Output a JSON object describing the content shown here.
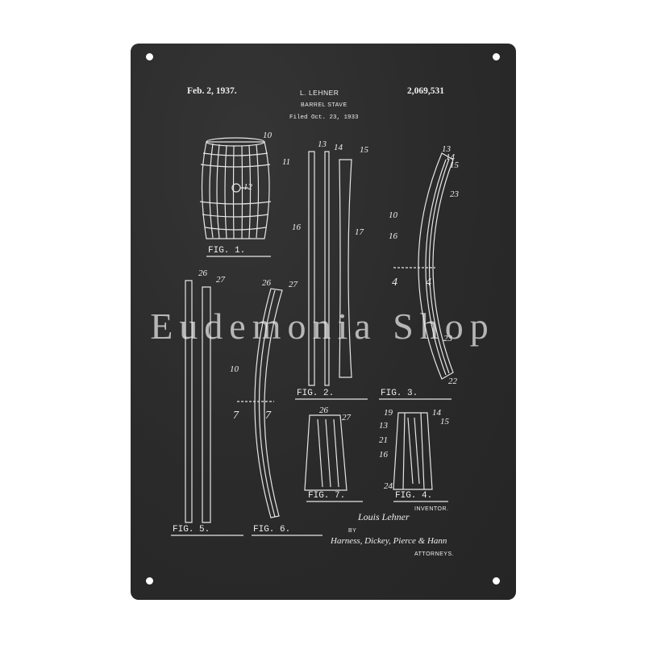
{
  "header": {
    "date": "Feb. 2, 1937.",
    "inventor_name": "L. LEHNER",
    "patent_number": "2,069,531",
    "title": "BARREL STAVE",
    "filed": "Filed Oct. 23, 1933"
  },
  "figures": {
    "fig1": "FIG. 1.",
    "fig2": "FIG. 2.",
    "fig3": "FIG. 3.",
    "fig4": "FIG. 4.",
    "fig5": "FIG. 5.",
    "fig6": "FIG. 6.",
    "fig7": "FIG. 7."
  },
  "refs": {
    "r10": "10",
    "r11": "11",
    "r12": "12",
    "r13": "13",
    "r14": "14",
    "r15": "15",
    "r16": "16",
    "r17": "17",
    "r19": "19",
    "r21": "21",
    "r22": "22",
    "r23": "23",
    "r24": "24",
    "r26": "26",
    "r27": "27",
    "r4": "4",
    "r7": "7"
  },
  "footer": {
    "inventor_label": "INVENTOR.",
    "inventor_signature": "Louis Lehner",
    "by_label": "BY",
    "attorney_signature": "Harness, Dickey, Pierce & Hann",
    "attorneys_label": "ATTORNEYS."
  },
  "watermark": "Eudemonia Shop",
  "colors": {
    "plate": "#2c2c2c",
    "ink": "#eeeeee",
    "background": "#ffffff"
  }
}
